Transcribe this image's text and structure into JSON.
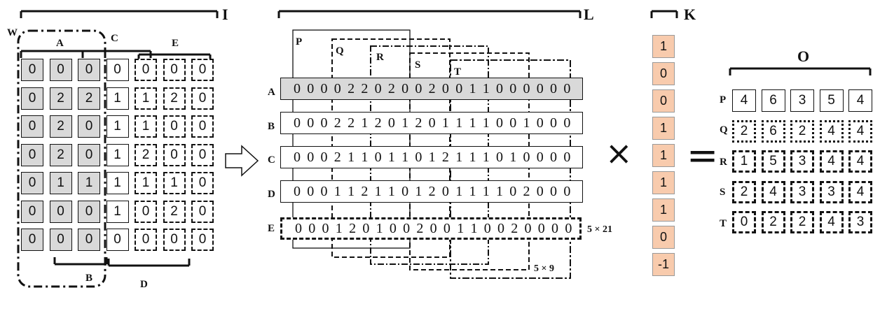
{
  "input_matrix": {
    "label": "I",
    "cells": [
      [
        "0",
        "0",
        "0",
        "0",
        "0",
        "0",
        "0"
      ],
      [
        "0",
        "2",
        "2",
        "1",
        "1",
        "2",
        "0"
      ],
      [
        "0",
        "2",
        "0",
        "1",
        "1",
        "0",
        "0"
      ],
      [
        "0",
        "2",
        "0",
        "1",
        "2",
        "0",
        "0"
      ],
      [
        "0",
        "1",
        "1",
        "1",
        "1",
        "1",
        "0"
      ],
      [
        "0",
        "0",
        "0",
        "1",
        "0",
        "2",
        "0"
      ],
      [
        "0",
        "0",
        "0",
        "0",
        "0",
        "0",
        "0"
      ]
    ],
    "window_label": "W",
    "brace_labels": {
      "A": "A",
      "B": "B",
      "C": "C",
      "D": "D",
      "E": "E"
    }
  },
  "lowered_matrix": {
    "label": "L",
    "window_labels": [
      "P",
      "Q",
      "R",
      "S",
      "T"
    ],
    "row_labels": [
      "A",
      "B",
      "C",
      "D",
      "E"
    ],
    "rows": [
      "0 0 0 0 2 2 0 2 0 0 2 0 0 1 1 0 0 0 0 0 0",
      "0 0 0 2 2 1 2 0 1 2 0 1 1 1 1 0 0 1 0 0 0",
      "0 0 0 2 1 1 0 1 1 0 1 2 1 1 1 0 1 0 0 0 0",
      "0 0 0 1 1 2 1 1 0 1 2 0 1 1 1 1 0 2 0 0 0",
      "0 0 0 1 2 0 1 0 0 2 0 0 1 1 0 0 2 0 0 0 0"
    ],
    "size_full": "5 × 21",
    "size_window": "5 × 9"
  },
  "kernel": {
    "label": "K",
    "values": [
      "1",
      "0",
      "0",
      "1",
      "1",
      "1",
      "1",
      "0",
      "-1"
    ],
    "fill_color": "#f8cbad"
  },
  "output": {
    "label": "O",
    "row_labels": [
      "P",
      "Q",
      "R",
      "S",
      "T"
    ],
    "cells": [
      [
        "4",
        "6",
        "3",
        "5",
        "4"
      ],
      [
        "2",
        "6",
        "2",
        "4",
        "4"
      ],
      [
        "1",
        "5",
        "3",
        "4",
        "4"
      ],
      [
        "2",
        "4",
        "3",
        "3",
        "4"
      ],
      [
        "0",
        "2",
        "2",
        "4",
        "3"
      ]
    ]
  },
  "operators": {
    "times": "×",
    "equals": "="
  },
  "colors": {
    "highlight": "#d9d9d9",
    "kernel": "#f8cbad"
  }
}
